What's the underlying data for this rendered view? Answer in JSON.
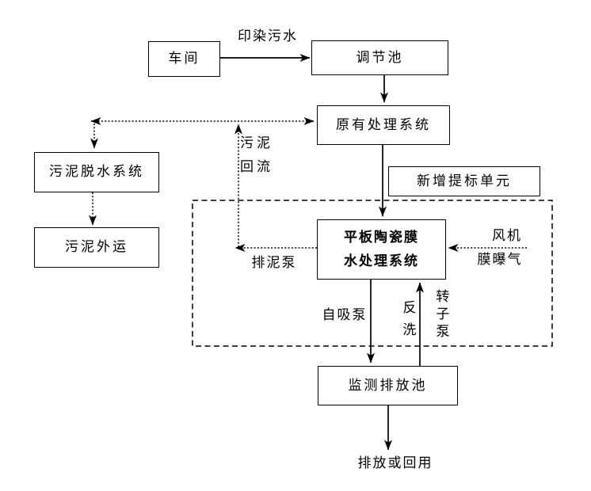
{
  "colors": {
    "line": "#000000",
    "background": "#ffffff",
    "text": "#000000"
  },
  "nodes": {
    "workshop": "车间",
    "regulating_tank": "调节池",
    "original_system": "原有处理系统",
    "sludge_dewatering": "污泥脱水系统",
    "sludge_outbound": "污泥外运",
    "upgrade_unit": "新增提标单元",
    "membrane_line1": "平板陶瓷膜",
    "membrane_line2": "水处理系统",
    "monitoring_tank": "监测排放池",
    "discharge": "排放或回用"
  },
  "labels": {
    "dye_wastewater": "印染污水",
    "sludge_return_l1": "污泥",
    "sludge_return_l2": "回流",
    "sludge_discharge_pump": "排泥泵",
    "fan": "风机",
    "membrane_aeration": "膜曝气",
    "self_priming_pump": "自吸泵",
    "backwash": "反洗",
    "rotor_pump": "转子泵"
  }
}
